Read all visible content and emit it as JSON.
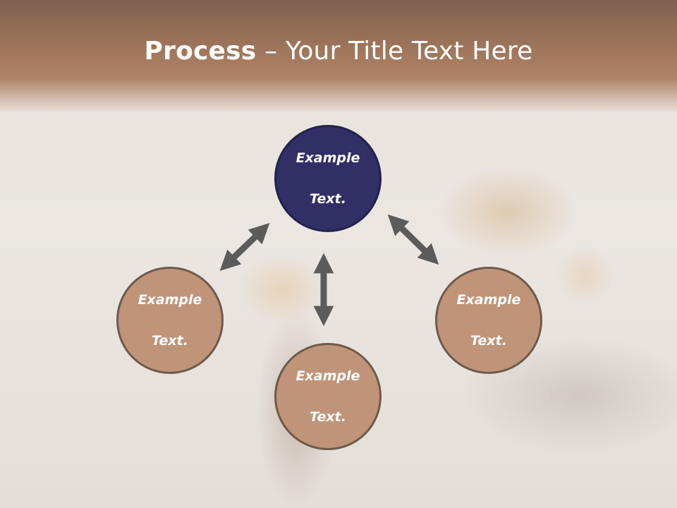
{
  "title": {
    "bold": "Process",
    "separator": " – ",
    "rest": "Your Title Text Here"
  },
  "nodes": {
    "top": {
      "line1": "Example",
      "line2": "Text."
    },
    "left": {
      "line1": "Example",
      "line2": "Text."
    },
    "right": {
      "line1": "Example",
      "line2": "Text."
    },
    "bottom": {
      "line1": "Example",
      "line2": "Text."
    }
  },
  "colors": {
    "header": "#9c745a",
    "top_node": "#322f66",
    "other_nodes": "#bf9479",
    "arrows": "#5b5b5b"
  }
}
